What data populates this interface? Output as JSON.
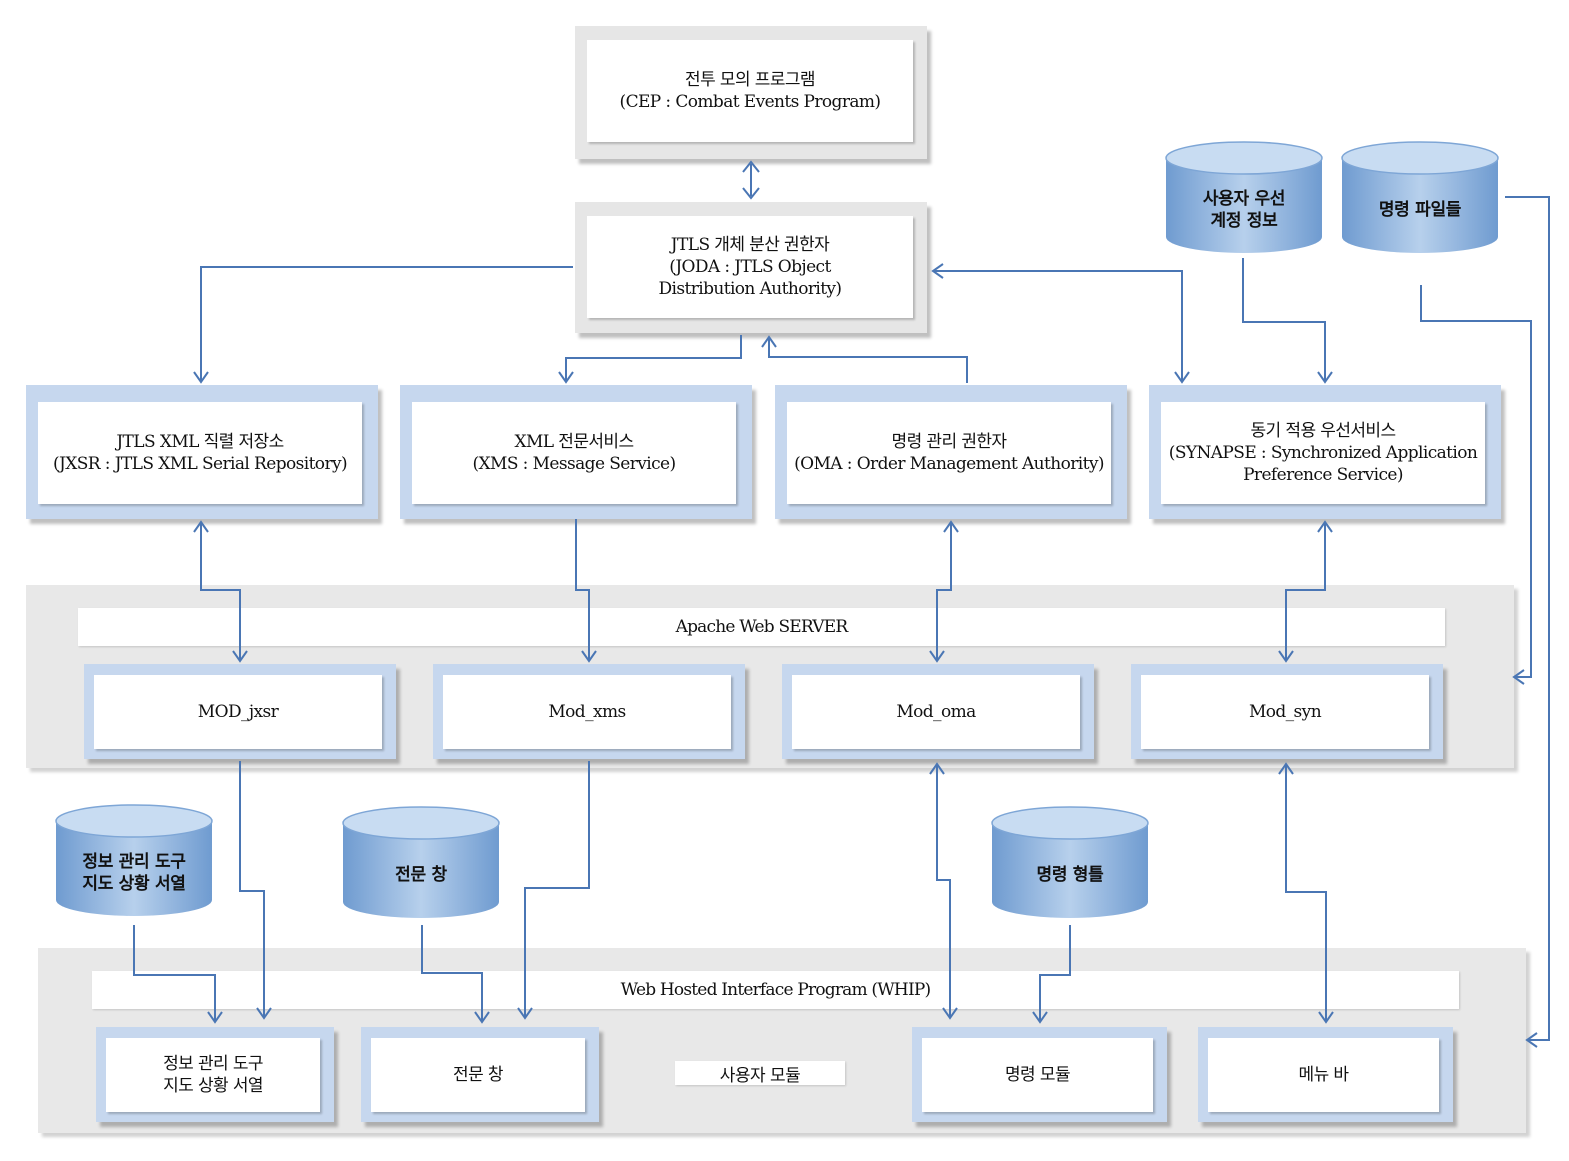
{
  "cep": {
    "line1": "전투 모의 프로그램",
    "line2": "(CEP : Combat Events Program)"
  },
  "joda": {
    "line1": "JTLS 개체 분산 권한자",
    "line2": "(JODA : JTLS Object",
    "line3": "Distribution Authority)"
  },
  "services": [
    {
      "line1": "JTLS XML 직렬 저장소",
      "line2": "(JXSR : JTLS XML Serial Repository)"
    },
    {
      "line1": "XML 전문서비스",
      "line2": "(XMS : Message Service)"
    },
    {
      "line1": "명령 관리 권한자",
      "line2": "(OMA : Order Management Authority)"
    },
    {
      "line1": "동기 적용 우선서비스",
      "line2": "(SYNAPSE : Synchronized Application",
      "line3": "Preference Service)"
    }
  ],
  "databases_top": [
    {
      "line1": "사용자 우선",
      "line2": "계정 정보"
    },
    {
      "line1": "명령 파일들"
    }
  ],
  "apache": {
    "title": "Apache Web SERVER",
    "modules": [
      "MOD_jxsr",
      "Mod_xms",
      "Mod_oma",
      "Mod_syn"
    ]
  },
  "databases_bottom": [
    {
      "line1": "정보 관리 도구",
      "line2": "지도 상황 서열"
    },
    {
      "line1": "전문 창"
    },
    {
      "line1": "명령 형틀"
    }
  ],
  "whip": {
    "title": "Web Hosted Interface Program (WHIP)",
    "user_module_label": "사용자 모듈",
    "modules": [
      {
        "line1": "정보 관리 도구",
        "line2": "지도 상황 서열"
      },
      {
        "line1": "전문 창"
      },
      {
        "line1": "명령 모듈"
      },
      {
        "line1": "메뉴 바"
      }
    ]
  },
  "colors": {
    "connector": "#4a76b4",
    "frame_blue": "#c6d7ee",
    "panel_gray": "#e8e8e8",
    "cylinder": "#8fb4dd"
  }
}
